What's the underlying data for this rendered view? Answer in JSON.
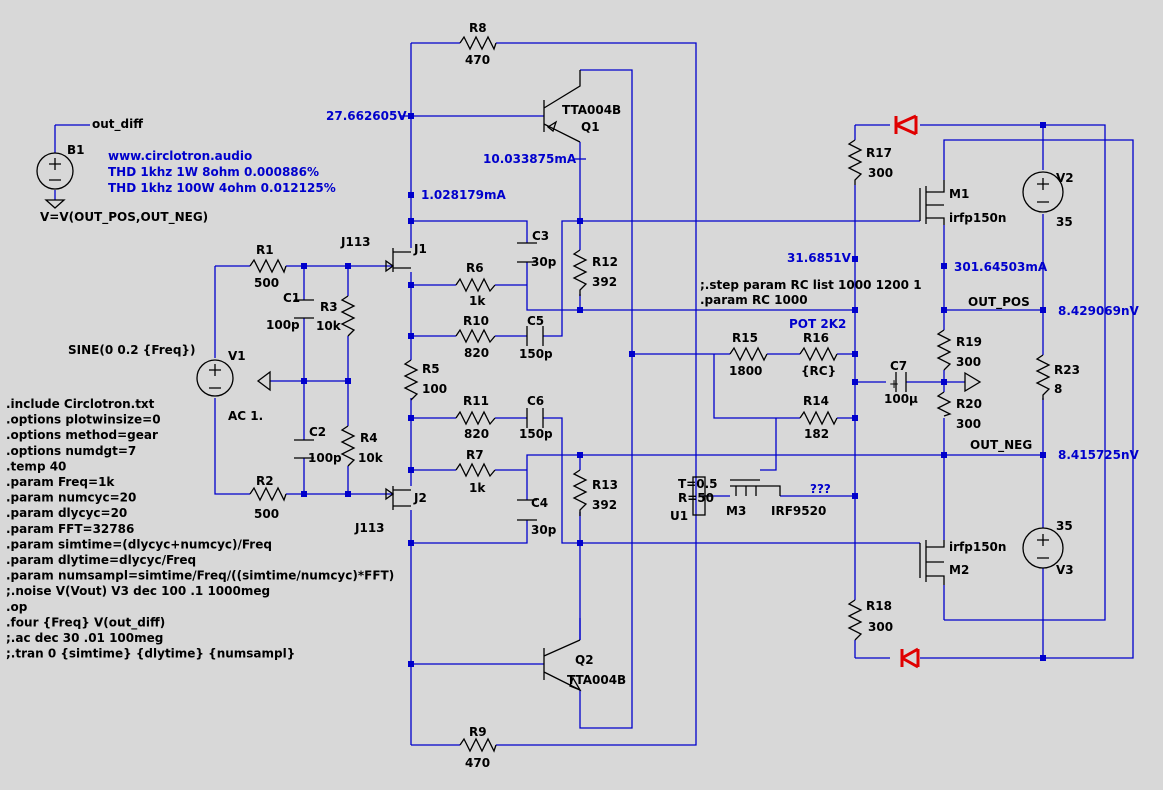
{
  "labels": {
    "R8": "R8",
    "R8v": "470",
    "R9": "R9",
    "R9v": "470",
    "R1": "R1",
    "R1v": "500",
    "R2": "R2",
    "R2v": "500",
    "R3": "R3",
    "R3v": "10k",
    "R4": "R4",
    "R4v": "10k",
    "R5": "R5",
    "R5v": "100",
    "R6": "R6",
    "R6v": "1k",
    "R7": "R7",
    "R7v": "1k",
    "R10": "R10",
    "R10v": "820",
    "R11": "R11",
    "R11v": "820",
    "R12": "R12",
    "R12v": "392",
    "R13": "R13",
    "R13v": "392",
    "R14": "R14",
    "R14v": "182",
    "R15": "R15",
    "R15v": "1800",
    "R16": "R16",
    "R16v": "{RC}",
    "R17": "R17",
    "R17v": "300",
    "R18": "R18",
    "R18v": "300",
    "R19": "R19",
    "R19v": "300",
    "R20": "R20",
    "R20v": "300",
    "R23": "R23",
    "R23v": "8",
    "C1": "C1",
    "C1v": "100p",
    "C2": "C2",
    "C2v": "100p",
    "C3": "C3",
    "C3v": "30p",
    "C4": "C4",
    "C4v": "30p",
    "C5": "C5",
    "C5v": "150p",
    "C6": "C6",
    "C6v": "150p",
    "C7": "C7",
    "C7v": "100µ",
    "Q1": "Q1",
    "Q1v": "TTA004B",
    "Q2": "Q2",
    "Q2v": "TTA004B",
    "J1": "J1",
    "J1v": "J113",
    "J2": "J2",
    "J2v": "J113",
    "M1": "M1",
    "M1v": "irfp150n",
    "M2": "M2",
    "M2v": "irfp150n",
    "M3": "M3",
    "M3v": "IRF9520",
    "M3q": "???",
    "V1": "V1",
    "V1sine": "SINE(0 0.2 {Freq})",
    "V1ac": "AC 1.",
    "V2": "V2",
    "V2v": "35",
    "V3": "V3",
    "V3v": "35",
    "B1": "B1",
    "B1expr": "V=V(OUT_POS,OUT_NEG)",
    "outdiff": "out_diff",
    "U1": "U1",
    "U1t": "T=0.5",
    "U1r": "R=50",
    "pot": "POT 2K2",
    "outpos": "OUT_POS",
    "outneg": "OUT_NEG"
  },
  "annotations": {
    "v_27": "27.662605V",
    "i_10": "10.033875mA",
    "i_1": "1.028179mA",
    "v_31": "31.6851V",
    "i_301": "301.64503mA",
    "v_outpos": "8.429069nV",
    "v_outneg": "8.415725nV",
    "url": "www.circlotron.audio",
    "thd1": "THD 1khz 1W 8ohm 0.000886%",
    "thd2": "THD 1khz 100W 4ohm 0.012125%"
  },
  "directives_right": [
    ";.step param RC list  1000 1200 1",
    ".param RC  1000"
  ],
  "directives": [
    ".include Circlotron.txt",
    ".options plotwinsize=0",
    ".options method=gear",
    ".options numdgt=7",
    ".temp 40",
    ".param Freq=1k",
    ".param numcyc=20",
    ".param dlycyc=20",
    ".param FFT=32786",
    ".param simtime=(dlycyc+numcyc)/Freq",
    ".param dlytime=dlycyc/Freq",
    ".param numsampl=simtime/Freq/((simtime/numcyc)*FFT)",
    ";.noise V(Vout) V3 dec 100 .1 1000meg",
    ".op",
    ".four {Freq} V(out_diff)",
    ";.ac dec 30 .01 100meg",
    ";.tran 0 {simtime} {dlytime} {numsampl}"
  ]
}
